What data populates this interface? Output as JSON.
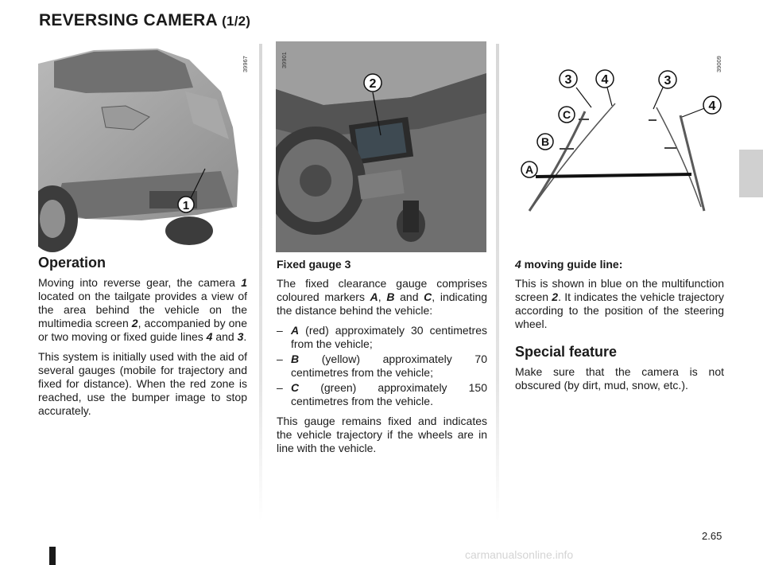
{
  "page": {
    "title": "REVERSING CAMERA",
    "title_suffix": "(1/2)",
    "page_number": "2.65",
    "watermark": "carmanualsonline.info"
  },
  "figures": {
    "car_rear": {
      "ref": "39967",
      "callouts": [
        "1"
      ]
    },
    "dashboard": {
      "ref": "39901",
      "callouts": [
        "2"
      ]
    },
    "camera_view": {
      "ref": "39009",
      "callouts": [
        "3",
        "4",
        "3",
        "4",
        "C",
        "B",
        "A"
      ],
      "colors": {
        "A": "#d0271d",
        "B": "#e6c317",
        "C": "#2e9d3a",
        "moving": "#2a6fd6"
      }
    }
  },
  "col1": {
    "heading": "Operation",
    "p1": {
      "t1": "Moving into reverse gear, the camera ",
      "b1": "1",
      "t2": " located on the tailgate provides a view of the area behind the vehicle on the multimedia screen ",
      "b2": "2",
      "t3": ", accompanied by one or two moving or fixed guide lines ",
      "b3": "4",
      "t4": " and ",
      "b4": "3",
      "t5": "."
    },
    "p2": "This system is initially used with the aid of several gauges (mobile for trajectory and fixed for distance). When the red zone is reached, use the bumper image to stop accurately."
  },
  "col2": {
    "subheading": "Fixed gauge 3",
    "intro": {
      "t1": "The fixed clearance gauge comprises coloured markers ",
      "b1": "A",
      "t2": ", ",
      "b2": "B",
      "t3": " and ",
      "b3": "C",
      "t4": ", indicating the distance behind the vehicle:"
    },
    "items": [
      {
        "key": "A",
        "text": " (red) approximately 30 centimetres from the vehicle;"
      },
      {
        "key": "B",
        "text": " (yellow) approximately 70 centimetres from the vehicle;"
      },
      {
        "key": "C",
        "text": " (green) approximately 150 centimetres from the vehicle."
      }
    ],
    "p2": "This gauge remains fixed and indicates the vehicle trajectory if the wheels are in line with the vehicle."
  },
  "col3": {
    "subheading": {
      "num": "4",
      "text": " moving guide line:"
    },
    "p1": {
      "t1": "This is shown in blue on the multifunction screen ",
      "b1": "2",
      "t2": ". It indicates the vehicle trajectory according to the position of the steering wheel."
    },
    "heading": "Special feature",
    "p2": "Make sure that the camera is not obscured (by dirt, mud, snow, etc.)."
  }
}
